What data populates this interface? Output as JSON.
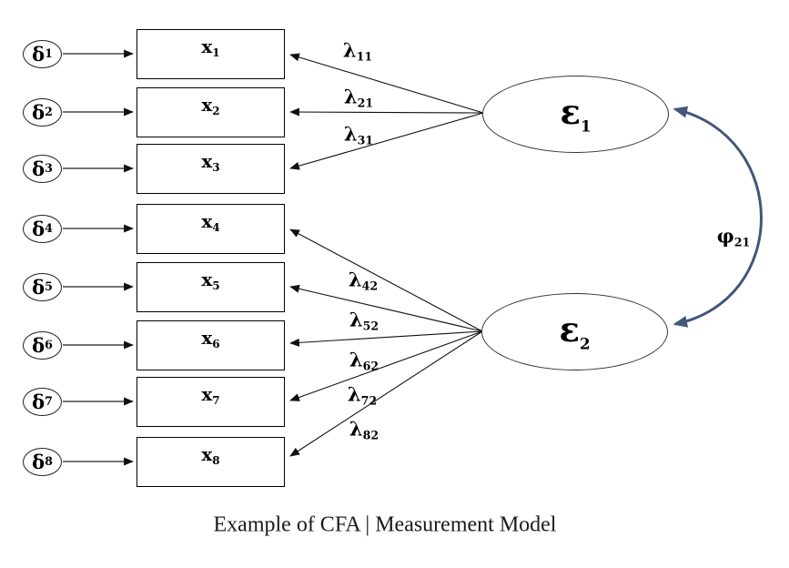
{
  "diagram": {
    "caption": "Example of CFA | Measurement Model",
    "colors": {
      "structure_lines": "#111111",
      "covariance_arrow": "#44567A",
      "background": "#ffffff"
    },
    "delta_terms": [
      {
        "base": "δ",
        "sub": "1"
      },
      {
        "base": "δ",
        "sub": "2"
      },
      {
        "base": "δ",
        "sub": "3"
      },
      {
        "base": "δ",
        "sub": "4"
      },
      {
        "base": "δ",
        "sub": "5"
      },
      {
        "base": "δ",
        "sub": "6"
      },
      {
        "base": "δ",
        "sub": "7"
      },
      {
        "base": "δ",
        "sub": "8"
      }
    ],
    "indicators": [
      {
        "base": "x",
        "sub": "1"
      },
      {
        "base": "x",
        "sub": "2"
      },
      {
        "base": "x",
        "sub": "3"
      },
      {
        "base": "x",
        "sub": "4"
      },
      {
        "base": "x",
        "sub": "5"
      },
      {
        "base": "x",
        "sub": "6"
      },
      {
        "base": "x",
        "sub": "7"
      },
      {
        "base": "x",
        "sub": "8"
      }
    ],
    "factors": [
      {
        "base": "ε",
        "sub": "1"
      },
      {
        "base": "ε",
        "sub": "2"
      }
    ],
    "loadings": [
      {
        "base": "λ",
        "sub": "11"
      },
      {
        "base": "λ",
        "sub": "21"
      },
      {
        "base": "λ",
        "sub": "31"
      },
      {
        "base": "λ",
        "sub": "42"
      },
      {
        "base": "λ",
        "sub": "52"
      },
      {
        "base": "λ",
        "sub": "62"
      },
      {
        "base": "λ",
        "sub": "72"
      },
      {
        "base": "λ",
        "sub": "82"
      }
    ],
    "covariance": {
      "base": "φ",
      "sub": "21"
    }
  }
}
